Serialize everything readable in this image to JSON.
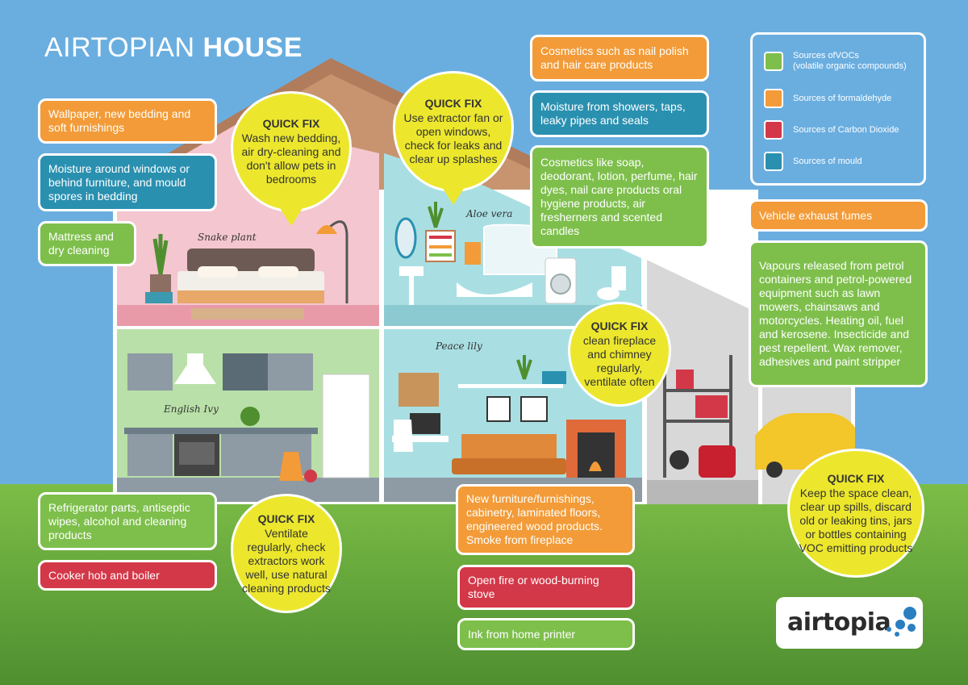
{
  "title": {
    "light": "AIRTOPIAN ",
    "bold": "HOUSE"
  },
  "legend": [
    {
      "label_line1": "Sources ofVOCs",
      "label_line2": "(volatile organic compounds)",
      "color": "#7ebf4c"
    },
    {
      "label_line1": "Sources of formaldehyde",
      "label_line2": "",
      "color": "#f29b38"
    },
    {
      "label_line1": "Sources of Carbon Dioxide",
      "label_line2": "",
      "color": "#d33848"
    },
    {
      "label_line1": "Sources of mould",
      "label_line2": "",
      "color": "#2a90b0"
    }
  ],
  "boxes": {
    "wallpaper": "Wallpaper, new bedding and soft furnishings",
    "moisture_windows": "Moisture around windows or behind furniture, and mould spores in bedding",
    "mattress": "Mattress and dry cleaning",
    "cosmetics_nail": "Cosmetics such as nail polish and hair care products",
    "moisture_showers": "Moisture from showers, taps, leaky pipes and seals",
    "cosmetics_soap": "Cosmetics like soap, deodorant, lotion, perfume, hair dyes, nail care products oral hygiene products, air fresherners and scented candles",
    "vehicle": "Vehicle exhaust fumes",
    "vapours": "Vapours released from petrol containers and petrol-powered equipment such as lawn mowers, chainsaws and motorcycles. Heating oil, fuel and kerosene. Insecticide and pest repellent. Wax remover, adhesives and paint stripper",
    "refrigerator": "Refrigerator parts, antiseptic wipes, alcohol and cleaning products",
    "cooker": "Cooker hob and boiler",
    "furniture": "New furniture/furnishings, cabinetry, laminated floors, engineered wood products. Smoke from fireplace",
    "open_fire": "Open fire or wood-burning stove",
    "ink": "Ink from home printer"
  },
  "quickfix": {
    "heading": "QUICK FIX",
    "bedroom": "Wash new bedding, air dry-cleaning and don't allow pets in bedrooms",
    "bathroom": "Use extractor fan or open windows, check for leaks and clear up splashes",
    "living": "clean fireplace and chimney regularly, ventilate often",
    "kitchen": "Ventilate regularly, check extractors work well, use natural cleaning products",
    "garage": "Keep the space clean, clear up spills, discard old or leaking tins, jars or bottles containing VOC emitting products"
  },
  "plants": {
    "snake": "Snake plant",
    "aloe": "Aloe vera",
    "ivy": "English Ivy",
    "peace": "Peace lily"
  },
  "logo": {
    "text": "airtopia"
  },
  "colors": {
    "sky": "#6aaee0",
    "orange": "#f29b38",
    "teal": "#2a90b0",
    "green": "#7ebf4c",
    "red": "#d33848",
    "quickfix": "#ece72c",
    "roof": "#b07c5c"
  }
}
